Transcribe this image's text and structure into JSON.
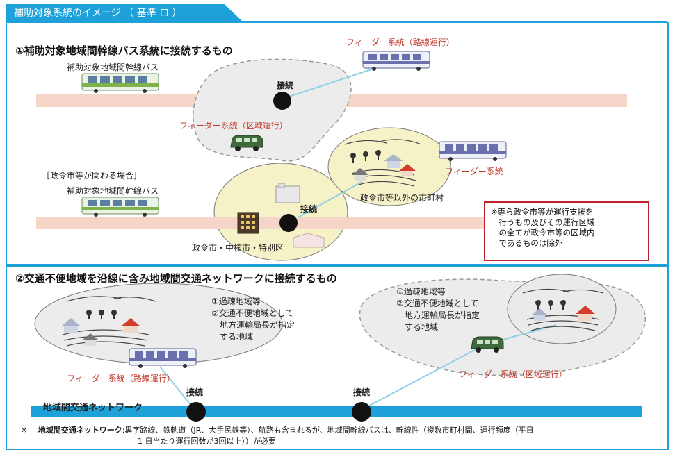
{
  "header": {
    "title": "補助対象系統のイメージ （ 基準 ロ ）"
  },
  "section1": {
    "title": "①補助対象地域間幹線バス系統に接続するもの",
    "trunk_bus_label": "補助対象地域間幹線バス",
    "feeder_route_label": "フィーダー系統（路線運行）",
    "feeder_area_label": "フィーダー系統（区域運行）",
    "connection_label": "接続",
    "gov_city_case_label": "［政令市等が関わる場合］",
    "trunk_bus_label_2": "補助対象地域間幹線バス",
    "connection_label_2": "接続",
    "feeder_label_2": "フィーダー系統",
    "other_municipality_label": "政令市等以外の市町村",
    "gov_city_label": "政令市・中核市・特別区",
    "note": "※専ら政令市等が運行支援を\n　行うもの及びその運行区域\n　の全てが政令市等の区域内\n　であるものは除外"
  },
  "section2": {
    "title": "②交通不便地域を沿線に含み地域間交通ネットワークに接続するもの",
    "left_area_text": "①過疎地域等\n②交通不便地域として\n　地方運輸局長が指定\n　する地域",
    "right_area_text": "①過疎地域等\n②交通不便地域として\n　地方運輸局長が指定\n　する地域",
    "feeder_route_label": "フィーダー系統（路線運行）",
    "feeder_area_label": "フィーダー系統（区域運行）",
    "connection_left": "接続",
    "connection_right": "接続",
    "network_label": "地域間交通ネットワーク"
  },
  "footnote": {
    "mark": "※",
    "bold": "地域間交通ネットワーク",
    "text": ":黒字路線、鉄軌道（JR、大手民鉄等）、航路も含まれるが、地域間幹線バスは、幹線性（複数市町村間、運行頻度（平日",
    "text2": "1 日当たり運行回数が3回以上））が必要"
  },
  "colors": {
    "accent": "#1ea1d9",
    "red": "#c0392b",
    "road": "#f4d5c7",
    "area": "#f6f2c8"
  }
}
